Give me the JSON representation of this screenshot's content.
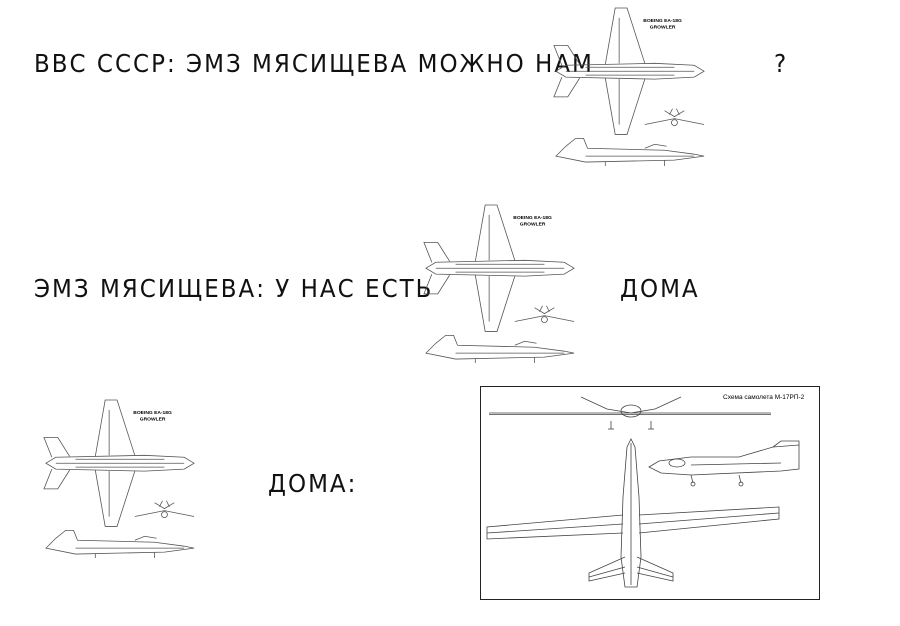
{
  "row1": {
    "caption": "ВВС СССР: ЭМЗ МЯСИЩЕВА МОЖНО НАМ",
    "question_mark": "?"
  },
  "row2": {
    "caption": "ЭМЗ МЯСИЩЕВА: У НАС ЕСТЬ",
    "suffix": "ДОМА"
  },
  "row3": {
    "caption": "ДОМА:"
  },
  "growler": {
    "label_line1": "BOEING EA-18G",
    "label_line2": "GROWLER"
  },
  "m17": {
    "sheet_title": "Схема самолета М-17РП-2"
  },
  "colors": {
    "ink": "#111111",
    "line": "#555555",
    "background": "#ffffff"
  }
}
